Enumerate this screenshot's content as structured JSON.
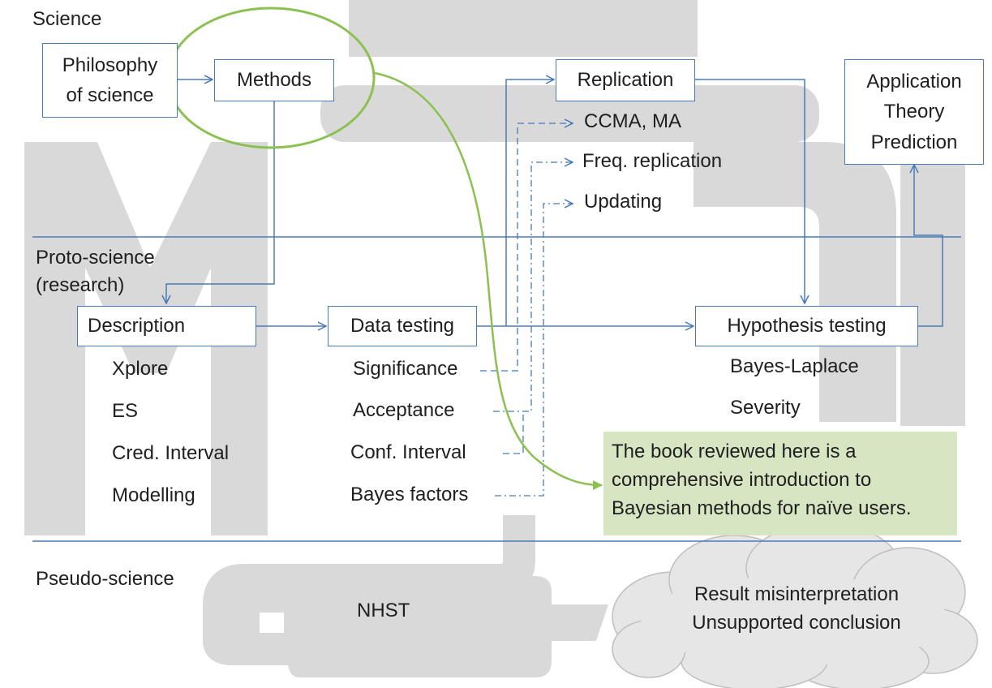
{
  "levels": {
    "science": "Science",
    "proto_science_line1": "Proto-science",
    "proto_science_line2": "(research)",
    "pseudo_science": "Pseudo-science"
  },
  "nodes": {
    "philosophy_line1": "Philosophy",
    "philosophy_line2": "of science",
    "methods": "Methods",
    "replication": "Replication",
    "application_line1": "Application",
    "application_line2": "Theory",
    "application_line3": "Prediction",
    "description": "Description",
    "data_testing": "Data testing",
    "hypothesis_testing": "Hypothesis testing"
  },
  "replication_outputs": [
    "CCMA, MA",
    "Freq. replication",
    "Updating"
  ],
  "description_items": [
    "Xplore",
    "ES",
    "Cred. Interval",
    "Modelling"
  ],
  "data_testing_items": [
    "Significance",
    "Acceptance",
    "Conf. Interval",
    "Bayes factors"
  ],
  "hypothesis_items": [
    "Bayes-Laplace",
    "Severity"
  ],
  "callout": {
    "line1": "The book reviewed here is a",
    "line2": "comprehensive introduction to",
    "line3": "Bayesian methods for naïve users."
  },
  "pseudo": {
    "nhst": "NHST",
    "cloud_line1": "Result misinterpretation",
    "cloud_line2": "Unsupported conclusion"
  },
  "colors": {
    "box_border": "#4a7ab8",
    "arrow": "#4a7ab8",
    "highlight": "#8cc152",
    "callout_bg": "#d6e5c2",
    "watermark": "#d9d9d9",
    "cloud_fill": "#e6e6e6",
    "cloud_stroke": "#bfbfbf"
  }
}
